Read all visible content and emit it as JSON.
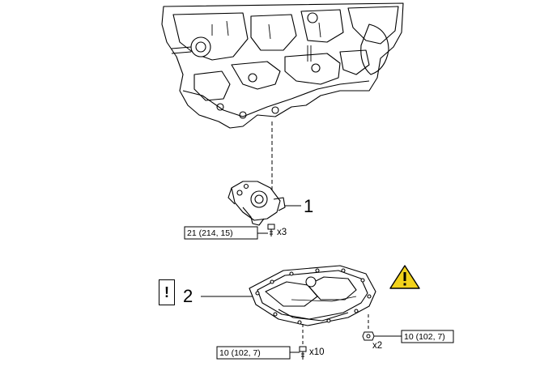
{
  "callouts": {
    "item1": "1",
    "item2": "2"
  },
  "torque_labels": {
    "pump_bolt": "21 (214, 15)",
    "pan_bolt": "10 (102, 7)",
    "pan_nut": "10 (102, 7)"
  },
  "quantities": {
    "pump_bolt": "x3",
    "pan_bolt": "x10",
    "pan_nut": "x2"
  },
  "note_mark": "!",
  "icons": {
    "caution": "warning-triangle-icon"
  },
  "colors": {
    "caution_fill": "#f2d21b",
    "line": "#000000"
  }
}
